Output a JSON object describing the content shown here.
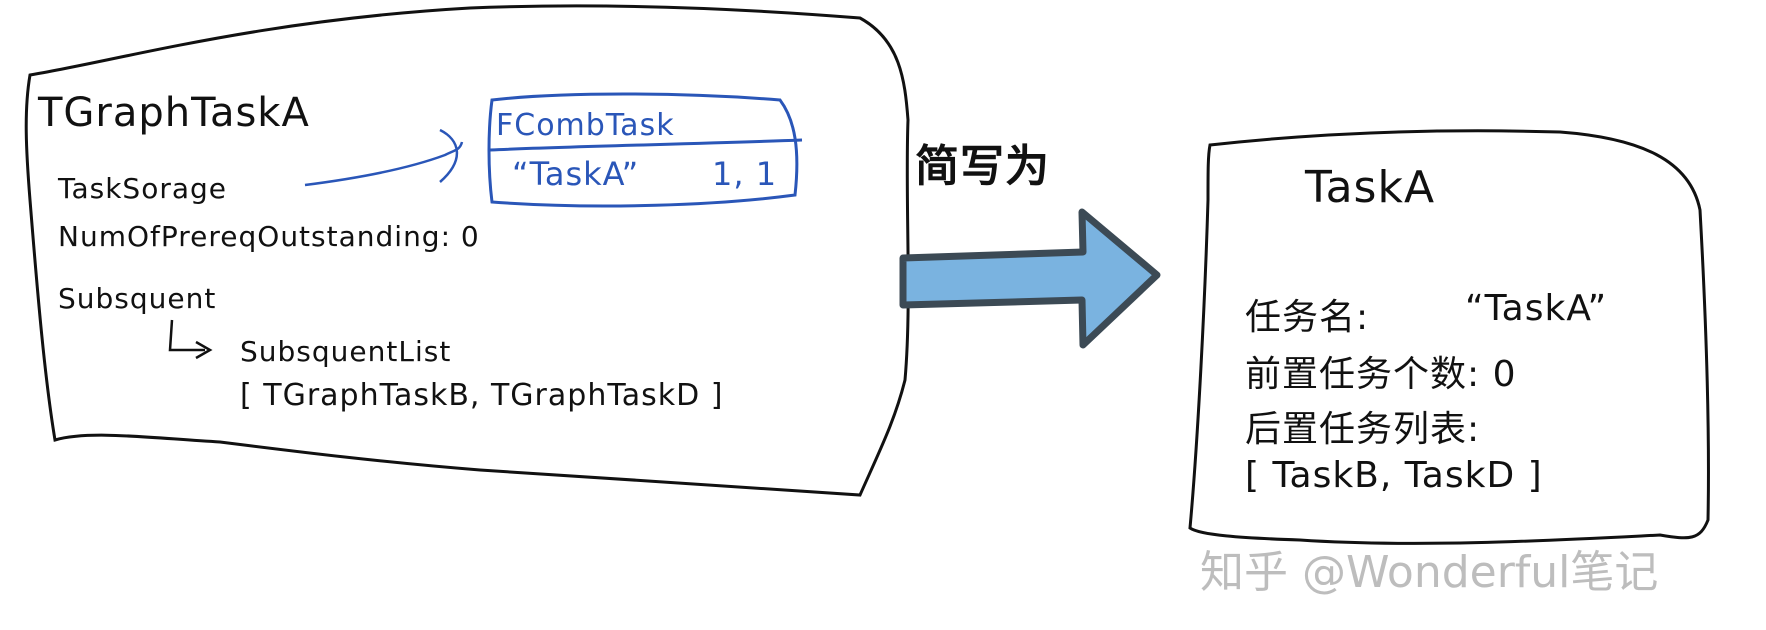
{
  "left_box": {
    "title": "TGraphTaskA",
    "task_storage_label": "TaskSorage",
    "num_prereq_label": "NumOfPrereqOutstanding: 0",
    "subsequent_label": "Subsquent",
    "subsequent_list_label": "SubsquentList",
    "subsequent_list_value": "[ TGraphTaskB, TGraphTaskD ]"
  },
  "comb_task_box": {
    "type_name": "FCombTask",
    "task_name": "“TaskA”",
    "counts": "1, 1"
  },
  "transition": {
    "label": "简写为",
    "arrow_color": "#7ab3e0",
    "arrow_outline": "#3c4a55"
  },
  "right_box": {
    "title": "TaskA",
    "name_label": "任务名:",
    "name_value": "“TaskA”",
    "prereq_count": "前置任务个数: 0",
    "subsequent_list_label": "后置任务列表:",
    "subsequent_list_value": "[ TaskB, TaskD ]"
  },
  "watermark": "知乎 @Wonderful笔记",
  "colors": {
    "ink": "#111111",
    "blue_ink": "#2a56b8"
  }
}
